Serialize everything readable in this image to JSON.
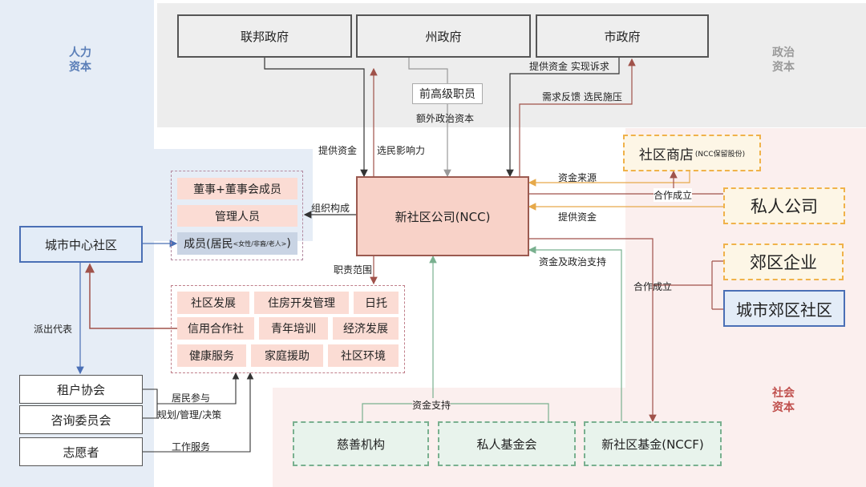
{
  "zones": {
    "human": "人力\n资本",
    "political": "政治\n资本",
    "social": "社会\n资本"
  },
  "colors": {
    "human_zone": "#e6edf6",
    "political_zone": "#ededed",
    "social_zone": "#fbefee",
    "zone_label_blue": "#5b7fb8",
    "zone_label_gray": "#9a9a9a",
    "zone_label_red": "#c0504d",
    "arrow_dark": "#333333",
    "arrow_red": "#a0524a",
    "arrow_blue": "#4a6fb5",
    "arrow_orange": "#e6a94a",
    "arrow_green": "#79b08f",
    "arrow_gray": "#9a9a9a"
  },
  "government": {
    "federal": "联邦政府",
    "state": "州政府",
    "city": "市政府"
  },
  "former_official": "前高级职员",
  "ncc": "新社区公司(NCC)",
  "board": {
    "directors": "董事+董事会成员",
    "managers": "管理人员",
    "members_main": "成员(居民",
    "members_note": "<女性/非裔/老人>",
    "members_close": ")"
  },
  "scope": [
    [
      "社区发展",
      "住房开发管理",
      "日托"
    ],
    [
      "信用合作社",
      "青年培训",
      "经济发展"
    ],
    [
      "健康服务",
      "家庭援助",
      "社区环境"
    ]
  ],
  "left": {
    "city_center": "城市中心社区",
    "tenant": "租户协会",
    "advisory": "咨询委员会",
    "volunteers": "志愿者"
  },
  "right": {
    "store": "社区商店",
    "store_note": "(NCC保留股份)",
    "private_company": "私人公司",
    "suburb_business": "郊区企业",
    "suburb_community": "城市郊区社区"
  },
  "bottom": {
    "charity": "慈善机构",
    "private_foundation": "私人基金会",
    "nccf": "新社区基金(NCCF)"
  },
  "labels": {
    "provide_funds_demands": "提供资金  实现诉求",
    "needs_feedback": "需求反馈  选民施压",
    "extra_political": "额外政治资本",
    "provide_funds": "提供资金",
    "voter_influence": "选民影响力",
    "fund_source": "资金来源",
    "cooperation_1": "合作成立",
    "provide_funds_2": "提供资金",
    "org_composition": "组织构成",
    "responsibility": "职责范围",
    "funds_political_support": "资金及政治支持",
    "cooperation_2": "合作成立",
    "dispatch_rep": "派出代表",
    "resident_participation": "居民参与",
    "planning": "规划/管理/决策",
    "work_service": "工作服务",
    "fund_support": "资金支持"
  }
}
